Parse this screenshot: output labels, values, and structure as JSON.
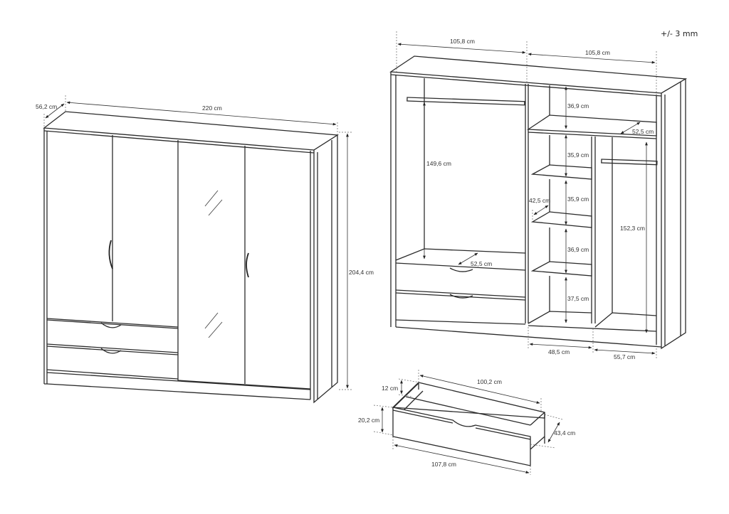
{
  "tolerance": "+/- 3 mm",
  "wardrobe_closed": {
    "width": "220 cm",
    "depth": "56,2 cm",
    "height": "204,4 cm"
  },
  "wardrobe_open": {
    "left_section_width": "105,8 cm",
    "right_section_width": "105,8 cm",
    "left_hanging_height": "149,6 cm",
    "left_inner_depth": "52,5 cm",
    "top_shelf_height": "36,9 cm",
    "top_shelf_depth": "52,5 cm",
    "shelf_heights": [
      "35,9 cm",
      "35,9 cm",
      "36,9 cm",
      "37,5 cm"
    ],
    "shelf_depth": "42,5 cm",
    "right_hanging_height": "152,3 cm",
    "shelf_column_width": "48,5 cm",
    "hanging_column_width": "55,7 cm"
  },
  "drawer": {
    "inner_length": "100,2 cm",
    "outer_length": "107,8 cm",
    "side_height": "12 cm",
    "front_height": "20,2 cm",
    "depth": "43,4 cm"
  }
}
